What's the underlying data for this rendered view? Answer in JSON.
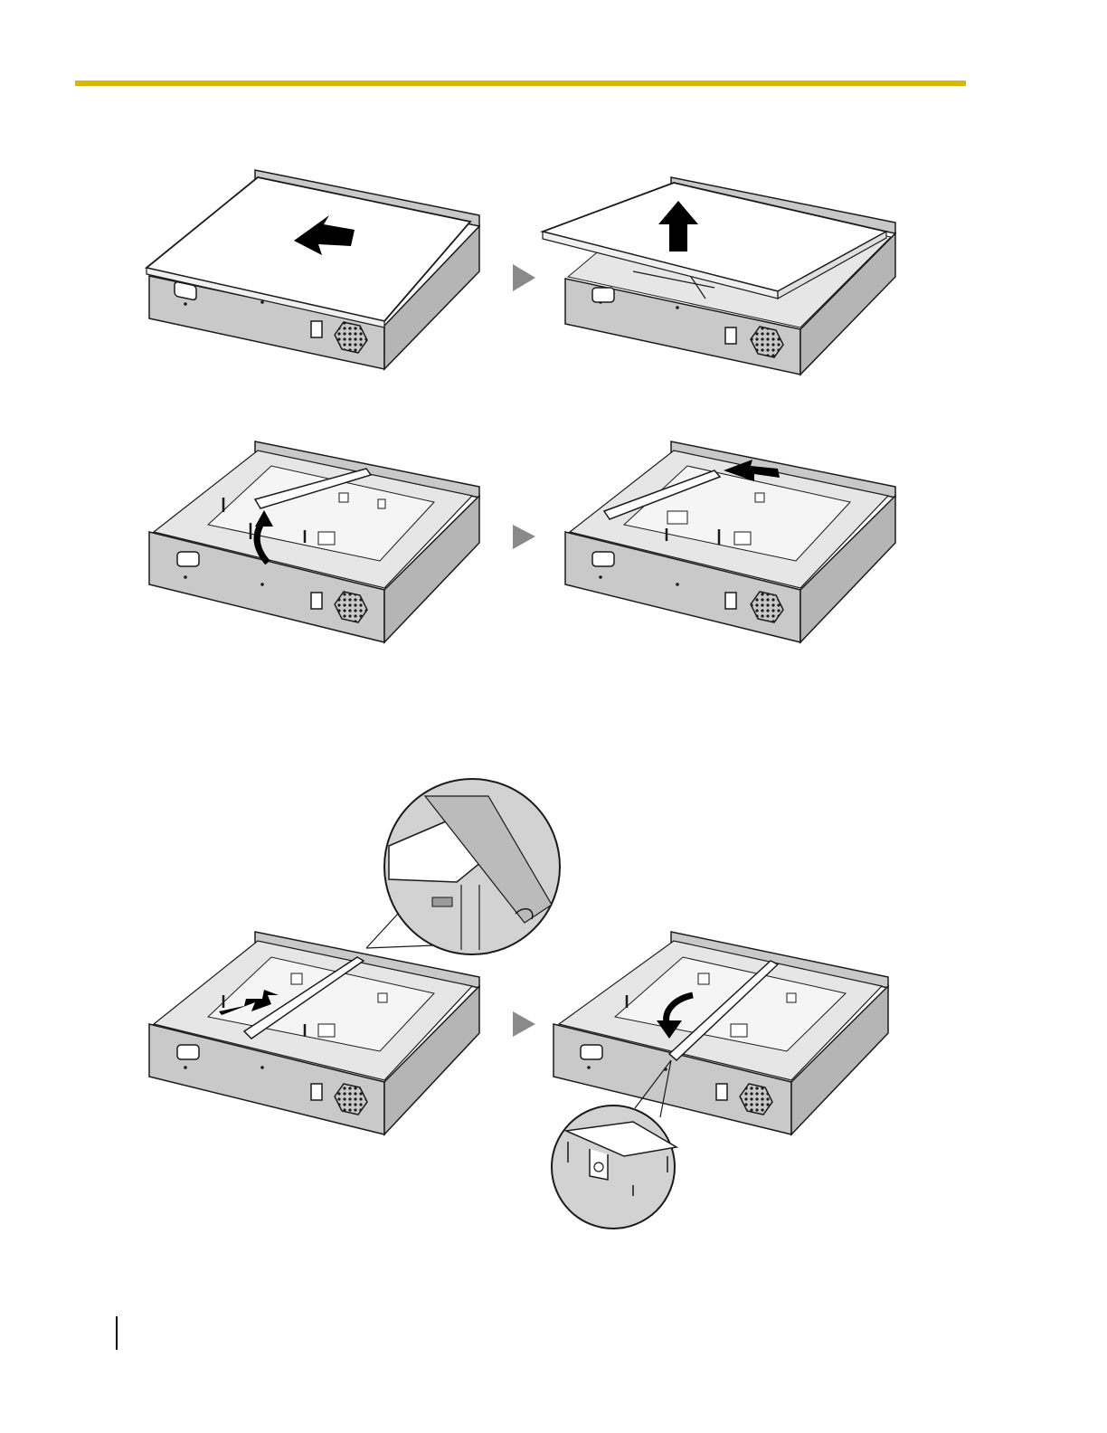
{
  "colors": {
    "header_rule": "#D9B600",
    "line": "#1a1a1a",
    "panel_fill": "#c9c9c9",
    "panel_dark": "#9b9b9b",
    "cover_fill": "#ffffff",
    "arrow_fill": "#000000",
    "step_arrow": "#8a8a8a"
  },
  "icons": {
    "step_arrow": "triangle-right-icon",
    "action_arrow": "bold-arrow-icon"
  },
  "figures": [
    {
      "id": "cover-closed",
      "arrow": "down-left"
    },
    {
      "id": "cover-lifted",
      "arrow": "up"
    },
    {
      "id": "bracket-raise",
      "arrow": "curved-up"
    },
    {
      "id": "bracket-slide-out",
      "arrow": "left"
    },
    {
      "id": "bracket-insert",
      "arrow": "up-right",
      "detail": "hook-closeup"
    },
    {
      "id": "bracket-lower",
      "arrow": "curved-down",
      "detail": "clip-closeup"
    }
  ]
}
